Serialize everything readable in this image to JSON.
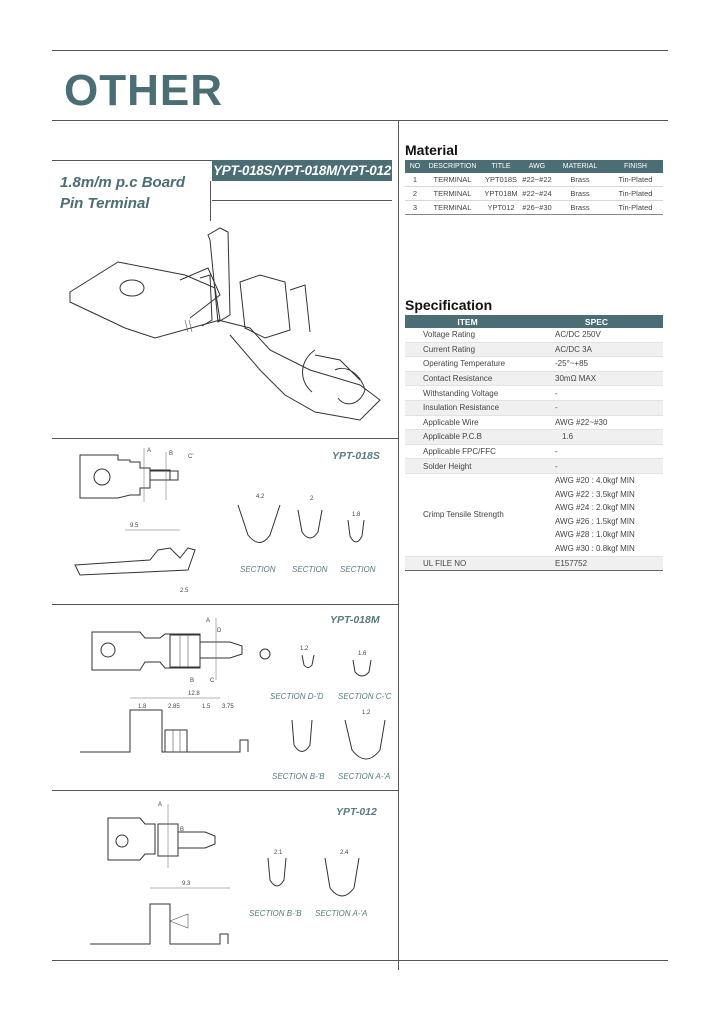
{
  "brand": "OTHER",
  "product": {
    "title_line1": "1.8m/m p.c Board",
    "title_line2": "Pin Terminal",
    "models": "YPT-018S/YPT-018M/YPT-012"
  },
  "material": {
    "heading": "Material",
    "columns": [
      "NO",
      "DESCRIPTION",
      "TITLE",
      "AWG",
      "MATERIAL",
      "FINISH"
    ],
    "rows": [
      [
        "1",
        "TERMINAL",
        "YPT018S",
        "#22~#22",
        "Brass",
        "Tin-Plated"
      ],
      [
        "2",
        "TERMINAL",
        "YPT018M",
        "#22~#24",
        "Brass",
        "Tin-Plated"
      ],
      [
        "3",
        "TERMINAL",
        "YPT012",
        "#26~#30",
        "Brass",
        "Tin-Plated"
      ]
    ]
  },
  "specification": {
    "heading": "Specification",
    "columns": [
      "ITEM",
      "SPEC"
    ],
    "rows": [
      {
        "item": "Voltage Rating",
        "spec": "AC/DC 250V"
      },
      {
        "item": "Current Rating",
        "spec": "AC/DC 3A"
      },
      {
        "item": "Operating Temperature",
        "spec": "-25°~+85"
      },
      {
        "item": "Contact Resistance",
        "spec": "30mΩ MAX"
      },
      {
        "item": "Withstanding Voltage",
        "spec": "-"
      },
      {
        "item": "Insulation Resistance",
        "spec": "-"
      },
      {
        "item": "Applicable Wire",
        "spec": "AWG #22~#30"
      },
      {
        "item": "Applicable P.C.B",
        "spec": "1.6"
      },
      {
        "item": "Applicable FPC/FFC",
        "spec": "-"
      },
      {
        "item": "Solder Height",
        "spec": "-"
      }
    ],
    "crimp_item": "Crimp Tensile Strength",
    "crimp_specs": [
      "AWG #20 : 4.0kgf MIN",
      "AWG #22 : 3.5kgf MIN",
      "AWG #24 : 2.0kgf MIN",
      "AWG #26 : 1.5kgf MIN",
      "AWG #28 : 1.0kgf MIN",
      "AWG #30 : 0.8kgf MIN"
    ],
    "ul_item": "UL FILE NO",
    "ul_spec": "E157752"
  },
  "parts": [
    {
      "name": "YPT-018S",
      "sections": [
        "SECTION",
        "SECTION",
        "SECTION"
      ]
    },
    {
      "name": "YPT-018M",
      "sections": [
        "SECTION D-'D",
        "SECTION C-'C",
        "SECTION B-'B",
        "SECTION A-'A"
      ]
    },
    {
      "name": "YPT-012",
      "sections": [
        "SECTION B-'B",
        "SECTION A-'A"
      ]
    }
  ],
  "dims": {
    "s_a": "4.2",
    "s_b": "2",
    "s_c": "1.8",
    "s_d": "9.5",
    "m_a": "12.8",
    "m_b": "1.8",
    "m_c": "2.85",
    "m_d": "1.5",
    "m_e": "3.75",
    "m_f": "1.6",
    "m_g": "1.2",
    "t_a": "2.1",
    "t_b": "2.4",
    "t_c": "9.3"
  },
  "colors": {
    "accent": "#4a6e74"
  }
}
